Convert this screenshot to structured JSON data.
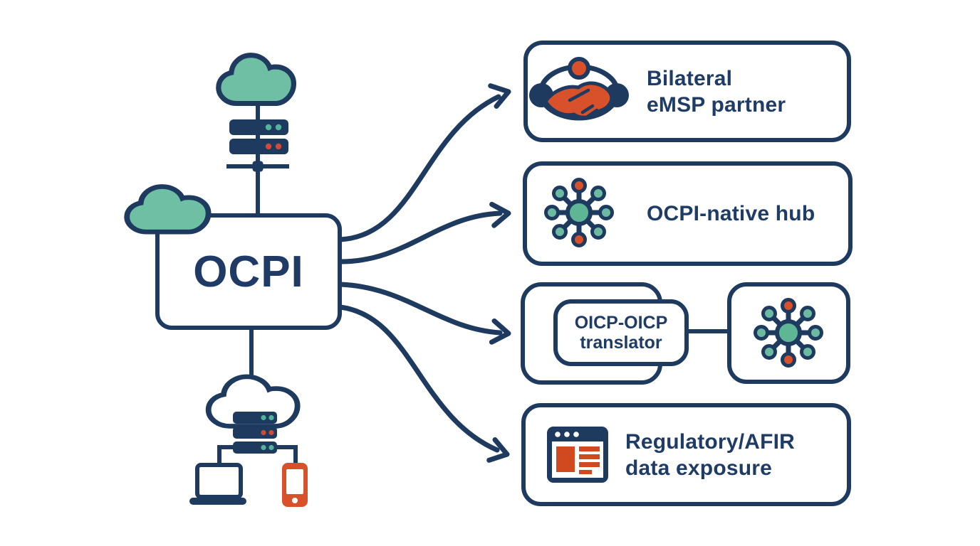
{
  "diagram": {
    "source": {
      "label": "OCPI"
    },
    "targets": [
      {
        "name": "bilateral-emsp-partner",
        "icon": "handshake-icon",
        "lines": [
          "Bilateral",
          "eMSP partner"
        ]
      },
      {
        "name": "ocpi-native-hub",
        "icon": "hub-icon",
        "lines": [
          "OCPI-native hub"
        ]
      },
      {
        "name": "oicp-oicp-translator",
        "icon": "hub-icon",
        "lines": [
          "OICP-OICP",
          "translator"
        ]
      },
      {
        "name": "regulatory-afir-data-exposure",
        "icon": "browser-window-icon",
        "lines": [
          "Regulatory/AFIR",
          "data exposure"
        ]
      }
    ],
    "colors": {
      "navy": "#1e3a5f",
      "text_navy": "#1f3c66",
      "teal": "#6fbfa5",
      "hub_teal": "#5eb694",
      "orange": "#d8512a",
      "red_dot": "#d04a38",
      "white": "#ffffff"
    }
  }
}
